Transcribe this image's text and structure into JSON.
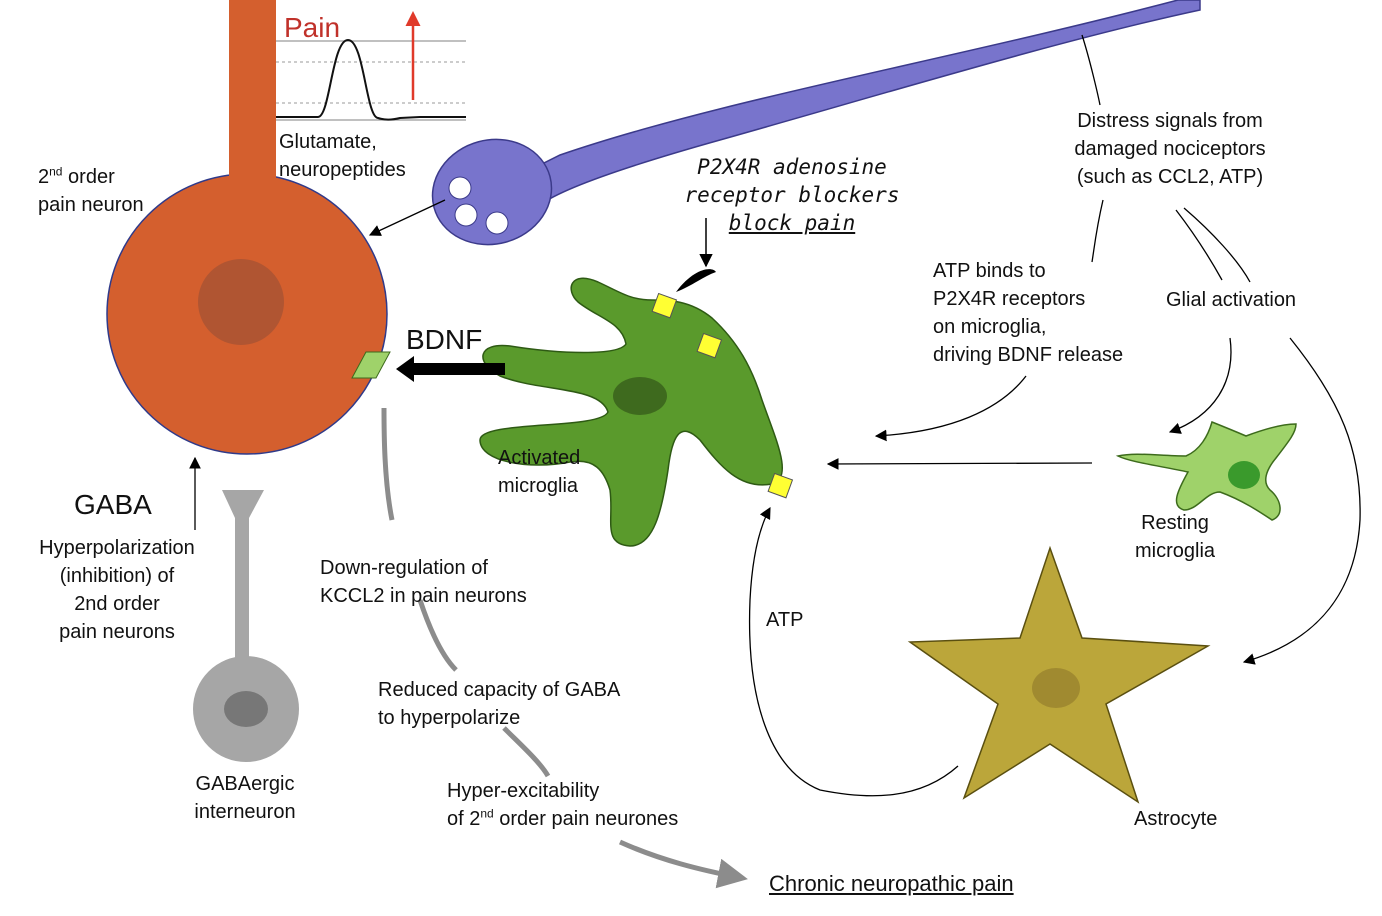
{
  "labels": {
    "pain": "Pain",
    "glutamate_l1": "Glutamate,",
    "glutamate_l2": "neuropeptides",
    "second_order_l1_num": "2",
    "second_order_l1_sup": "nd",
    "second_order_l1_rest": " order",
    "second_order_l2": "pain neuron",
    "p2x4r_l1": "P2X4R adenosine",
    "p2x4r_l2": "receptor blockers",
    "p2x4r_l3": "block pain",
    "distress_l1": "Distress signals from",
    "distress_l2": "damaged nociceptors",
    "distress_l3": "(such as CCL2, ATP)",
    "atp_binds_l1": "ATP binds to",
    "atp_binds_l2": "P2X4R receptors",
    "atp_binds_l3": "on microglia,",
    "atp_binds_l4": "driving BDNF release",
    "glial": "Glial activation",
    "bdnf": "BDNF",
    "activated_l1": "Activated",
    "activated_l2": "microglia",
    "gaba": "GABA",
    "hyperpol_l1": "Hyperpolarization",
    "hyperpol_l2": "(inhibition) of",
    "hyperpol_l3": "2nd order",
    "hyperpol_l4": "pain neurons",
    "downreg_l1": "Down-regulation of",
    "downreg_l2": "KCCL2 in pain neurons",
    "reduced_l1": "Reduced capacity of GABA",
    "reduced_l2": "to hyperpolarize",
    "hyperex_l1": "Hyper-excitability",
    "hyperex_l2_pre": "of 2",
    "hyperex_l2_sup": "nd",
    "hyperex_l2_post": " order pain neurones",
    "chronic": "Chronic neuropathic pain",
    "resting_l1": "Resting",
    "resting_l2": "microglia",
    "atp": "ATP",
    "astrocyte": "Astrocyte",
    "gabaergic_l1": "GABAergic",
    "gabaergic_l2": "interneuron"
  },
  "colors": {
    "pain_neuron": "#d45f2e",
    "nociceptor": "#7874cc",
    "activated_microglia": "#5a9a2c",
    "resting_microglia": "#9fd26a",
    "astrocyte": "#bba63a",
    "interneuron": "#a6a6a6",
    "receptor": "#ffff33",
    "pain_arrow": "#e03a2a"
  }
}
